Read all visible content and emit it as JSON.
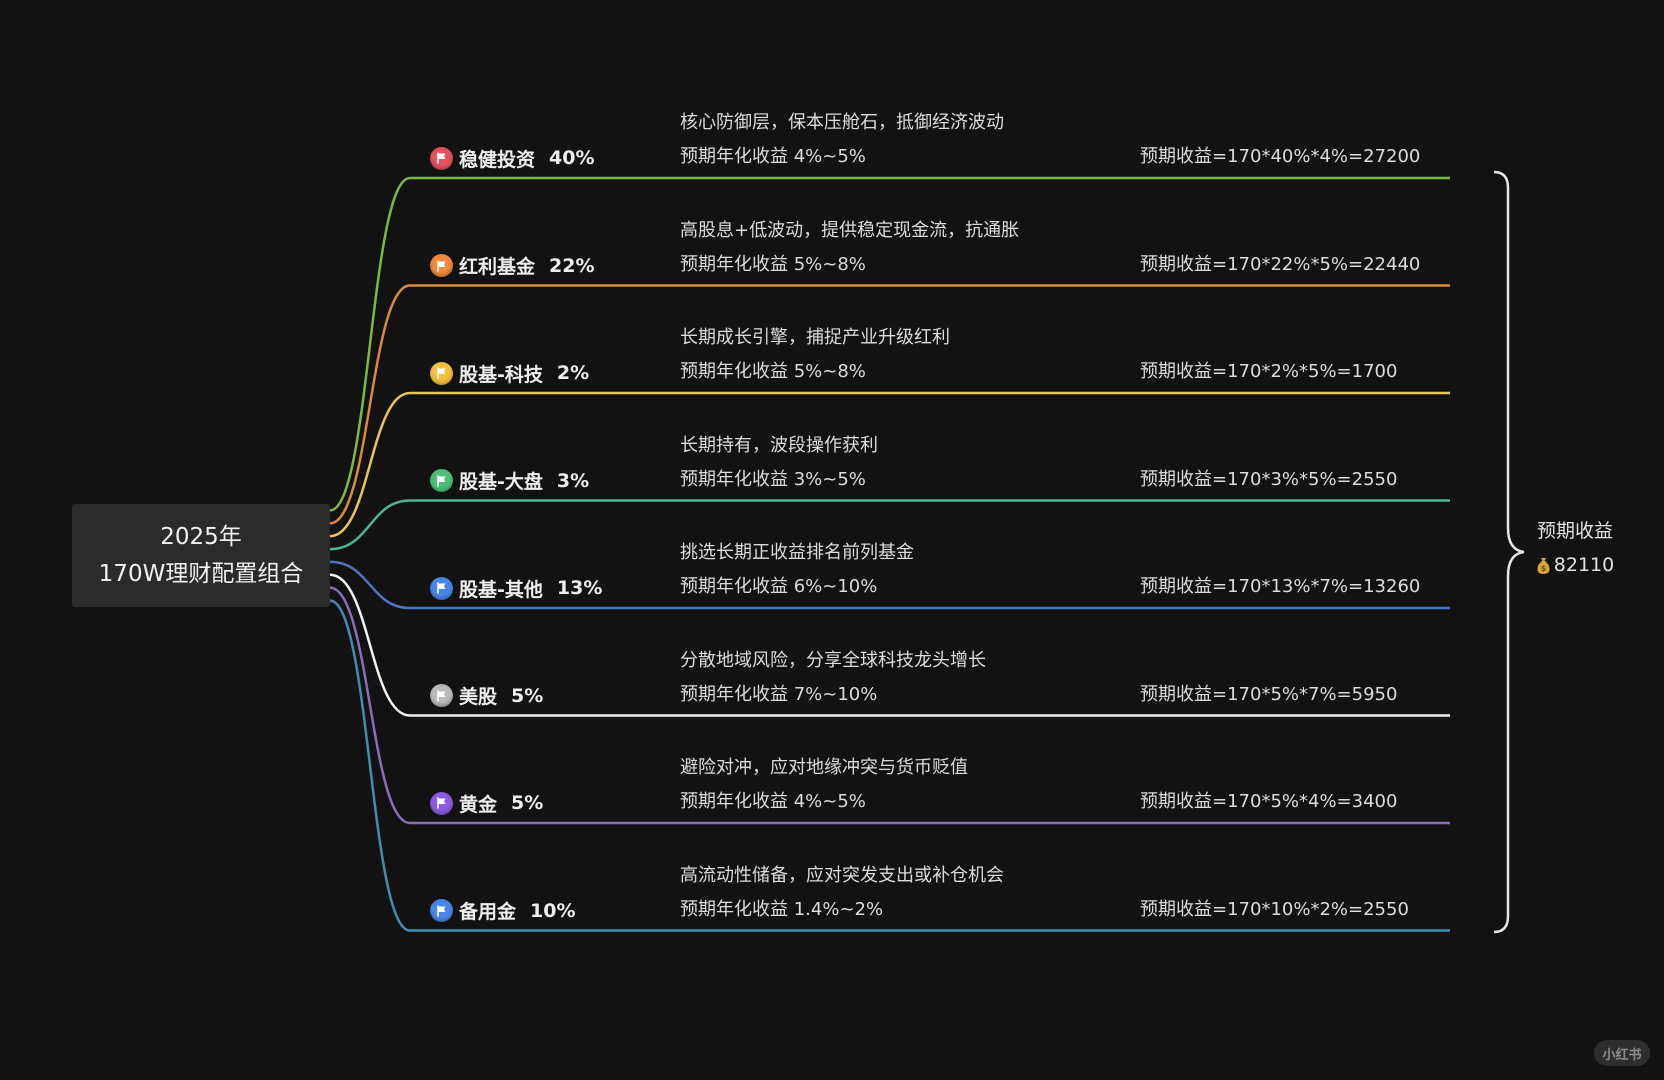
{
  "root": {
    "line1": "2025年",
    "line2": "170W理财配置组合"
  },
  "branches": [
    {
      "name": "稳健投资",
      "pct": "40%",
      "desc": "核心防御层，保本压舱石，抵御经济波动",
      "rate": "预期年化收益 4%~5%",
      "calc": "预期收益=170*40%*4%=27200",
      "color": "#7db83f",
      "flag_color": "#e0535c"
    },
    {
      "name": "红利基金",
      "pct": "22%",
      "desc": "高股息+低波动，提供稳定现金流，抗通胀",
      "rate": "预期年化收益 5%~8%",
      "calc": "预期收益=170*22%*5%=22440",
      "color": "#d98a3c",
      "flag_color": "#ef8a3d"
    },
    {
      "name": "股基-科技",
      "pct": "2%",
      "desc": "长期成长引擎，捕捉产业升级红利",
      "rate": "预期年化收益 5%~8%",
      "calc": "预期收益=170*2%*5%=1700",
      "color": "#e8c55a",
      "flag_color": "#f2c23e"
    },
    {
      "name": "股基-大盘",
      "pct": "3%",
      "desc": "长期持有，波段操作获利",
      "rate": "预期年化收益 3%~5%",
      "calc": "预期收益=170*3%*5%=2550",
      "color": "#4fb58c",
      "flag_color": "#4cc07a"
    },
    {
      "name": "股基-其他",
      "pct": "13%",
      "desc": "挑选长期正收益排名前列基金",
      "rate": "预期年化收益 6%~10%",
      "calc": "预期收益=170*13%*7%=13260",
      "color": "#4e74c4",
      "flag_color": "#4a86e8"
    },
    {
      "name": "美股",
      "pct": "5%",
      "desc": "分散地域风险，分享全球科技龙头增长",
      "rate": "预期年化收益 7%~10%",
      "calc": "预期收益=170*5%*7%=5950",
      "color": "#f2f2f2",
      "flag_color": "#b9b9b9"
    },
    {
      "name": "黄金",
      "pct": "5%",
      "desc": "避险对冲，应对地缘冲突与货币贬值",
      "rate": "预期年化收益 4%~5%",
      "calc": "预期收益=170*5%*4%=3400",
      "color": "#8a6cb8",
      "flag_color": "#8b5be0"
    },
    {
      "name": "备用金",
      "pct": "10%",
      "desc": "高流动性储备，应对突发支出或补仓机会",
      "rate": "预期年化收益 1.4%~2%",
      "calc": "预期收益=170*10%*2%=2550",
      "color": "#3d8eb0",
      "flag_color": "#4a86e8"
    }
  ],
  "summary": {
    "label": "预期收益",
    "total": "82110",
    "icon": "money-bag-icon"
  },
  "watermark": "小红书",
  "background_color": "#121212"
}
